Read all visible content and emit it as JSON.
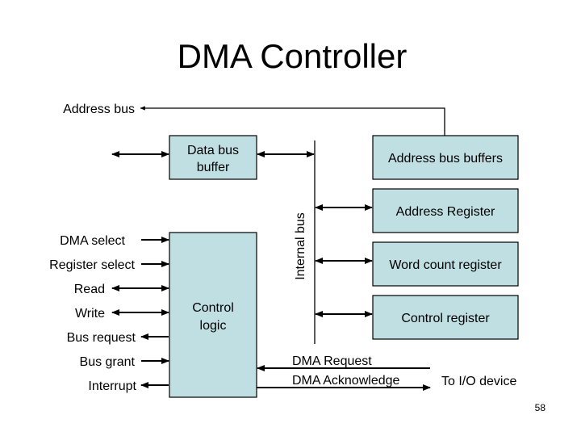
{
  "slide": {
    "title": "DMA Controller",
    "page_number": "58"
  },
  "external": {
    "address_bus": "Address bus",
    "inputs": [
      "DMA select",
      "Register select",
      "Read",
      "Write",
      "Bus request",
      "Bus grant",
      "Interrupt"
    ]
  },
  "blocks": {
    "data_bus_buffer": [
      "Data bus",
      "buffer"
    ],
    "control_logic": [
      "Control",
      "logic"
    ],
    "address_bus_buffers": "Address bus buffers",
    "address_register": "Address Register",
    "word_count_register": "Word count register",
    "control_register": "Control register"
  },
  "internal_bus": "Internal bus",
  "io": {
    "dma_request": "DMA Request",
    "dma_acknowledge": "DMA Acknowledge",
    "to_io_device": "To I/O device"
  },
  "colors": {
    "block_fill": "#bfdfe3",
    "line": "#000000",
    "background": "#ffffff"
  }
}
